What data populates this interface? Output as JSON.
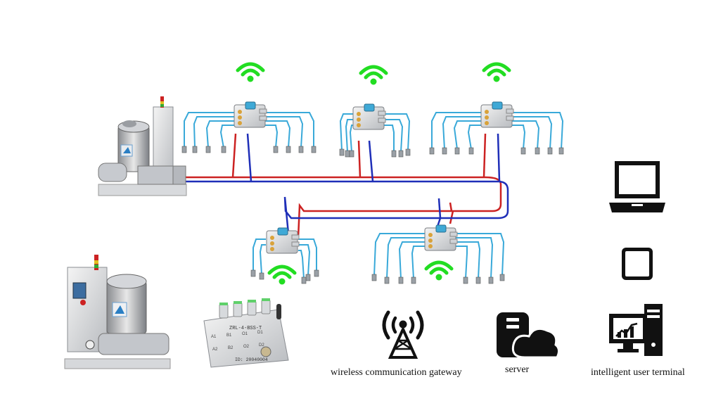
{
  "labels": {
    "gateway": "wireless communication gateway",
    "server": "server",
    "terminal": "intelligent user terminal"
  },
  "device_text": {
    "model": "ZRL-4-BSS-T",
    "id": "ID: 20040004",
    "ports": [
      "A1",
      "B1",
      "O1",
      "D1",
      "A2",
      "B2",
      "O2",
      "D2"
    ]
  },
  "colors": {
    "supply_line": "#cc2222",
    "return_line": "#1f2fb8",
    "branch_tube": "#39a9d9",
    "wifi": "#22dd22",
    "icon": "#111111"
  },
  "distributors": [
    {
      "name": "distributor-top-left"
    },
    {
      "name": "distributor-top-center"
    },
    {
      "name": "distributor-top-right"
    },
    {
      "name": "distributor-bottom-left"
    },
    {
      "name": "distributor-bottom-right"
    }
  ]
}
